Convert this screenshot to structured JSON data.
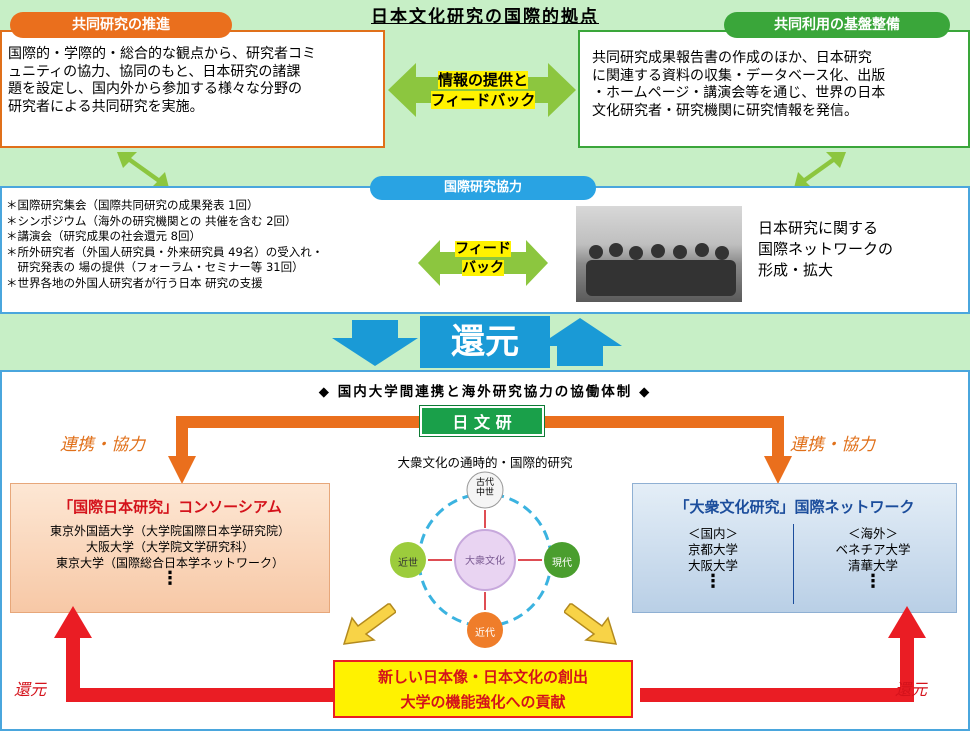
{
  "main_title": "日本文化研究の国際的拠点",
  "top_left": {
    "title": "共同研究の推進",
    "lines": [
      "国際的・学際的・総合的な観点から、研究者コミ",
      "ュニティの協力、協同のもと、日本研究の諸課",
      "題を設定し、国内外から参加する様々な分野の",
      "研究者による共同研究を実施。"
    ]
  },
  "top_right": {
    "title": "共同利用の基盤整備",
    "lines": [
      "共同研究成果報告書の作成のほか、日本研究",
      "に関連する資料の収集・データベース化、出版",
      "・ホームページ・講演会等を通じ、世界の日本",
      "文化研究者・研究機関に研究情報を発信。"
    ]
  },
  "center_label": {
    "line1": "情報の提供と",
    "line2": "フィードバック"
  },
  "international": {
    "title": "国際研究協力",
    "items": [
      "＊国際研究集会（国際共同研究の成果発表 1回）",
      "＊シンポジウム（海外の研究機関との 共催を含む 2回）",
      "＊講演会（研究成果の社会還元 8回）",
      "＊所外研究者（外国人研究員・外来研究員 49名）の受入れ・",
      "　研究発表の 場の提供（フォーラム・セミナー等 31回）",
      "＊世界各地の外国人研究者が行う日本 研究の支援"
    ],
    "feedback_line1": "フィード",
    "feedback_line2": "バック",
    "network_lines": [
      "日本研究に関する",
      "国際ネットワークの",
      "形成・拡大"
    ]
  },
  "kangen_big": "還元",
  "bottom": {
    "title": "◆ 国内大学間連携と海外研究協力の協働体制 ◆",
    "nichibunken": "日 文 研",
    "subtitle": "大衆文化の通時的・国際的研究",
    "renkei_left": "連携・協力",
    "renkei_right": "連携・協力",
    "consortium": {
      "title": "「国際日本研究」コンソーシアム",
      "members": [
        "東京外国語大学（大学院国際日本学研究院）",
        "大阪大学（大学院文学研究科）",
        "東京大学（国際総合日本学ネットワーク）"
      ],
      "ellipsis": "⋮"
    },
    "network": {
      "title": "「大衆文化研究」国際ネットワーク",
      "domestic_header": "＜国内＞",
      "domestic": [
        "京都大学",
        "大阪大学"
      ],
      "overseas_header": "＜海外＞",
      "overseas": [
        "ベネチア大学",
        "清華大学"
      ],
      "ellipsis": "⋮"
    },
    "cycle": {
      "top": "古代\n中世",
      "left": "近世",
      "right": "現代",
      "bottom": "近代",
      "center": "大衆文化"
    },
    "outcome_line1": "新しい日本像・日本文化の創出",
    "outcome_line2": "大学の機能強化への貢献",
    "kangen_left": "還元",
    "kangen_right": "還元"
  }
}
